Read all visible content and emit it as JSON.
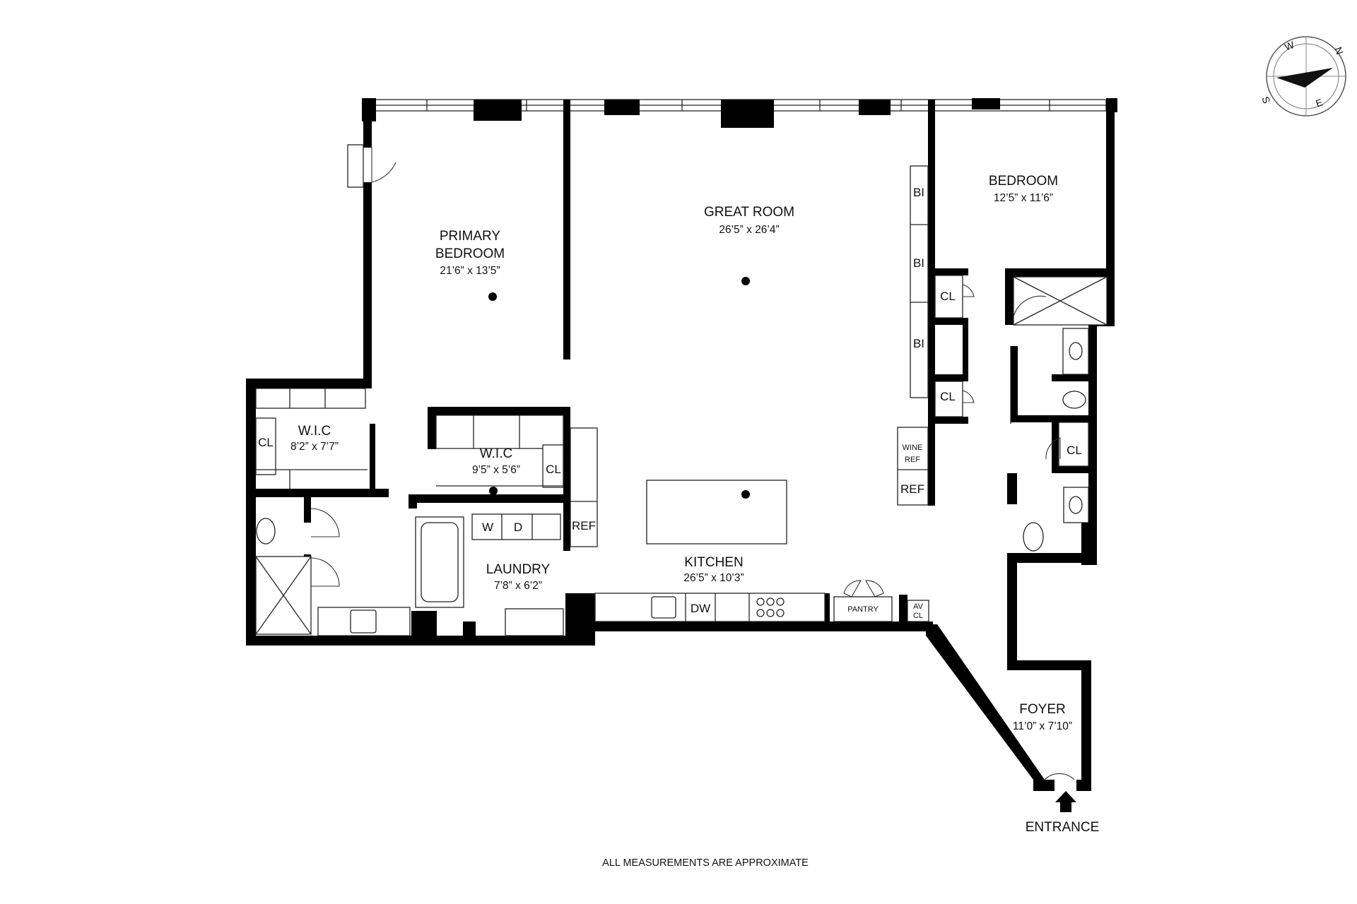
{
  "rooms": {
    "great_room": {
      "name": "GREAT ROOM",
      "dim": "26’5” x 26’4”"
    },
    "primary_bedroom": {
      "name_line1": "PRIMARY",
      "name_line2": "BEDROOM",
      "dim": "21’6” x 13’5”"
    },
    "bedroom": {
      "name": "BEDROOM",
      "dim": "12’5” x 11’6”"
    },
    "wic_left": {
      "name": "W.I.C",
      "dim": "8’2” x 7’7”"
    },
    "wic_center": {
      "name": "W.I.C",
      "dim": "9’5” x 5’6”"
    },
    "laundry": {
      "name": "LAUNDRY",
      "dim": "7’8” x 6’2”"
    },
    "kitchen": {
      "name": "KITCHEN",
      "dim": "26’5” x 10’3”"
    },
    "foyer": {
      "name": "FOYER",
      "dim": "11’0” x 7’10”"
    }
  },
  "fixtures": {
    "bi": "BI",
    "cl": "CL",
    "wine_ref_line1": "WINE",
    "wine_ref_line2": "REF",
    "ref": "REF",
    "washer": "W",
    "dryer": "D",
    "dw": "DW",
    "pantry": "PANTRY",
    "av_cl_line1": "AV",
    "av_cl_line2": "CL"
  },
  "compass": {
    "n": "N",
    "e": "E",
    "s": "S",
    "w": "W"
  },
  "entrance_label": "ENTRANCE",
  "footer_note": "ALL MEASUREMENTS ARE APPROXIMATE"
}
